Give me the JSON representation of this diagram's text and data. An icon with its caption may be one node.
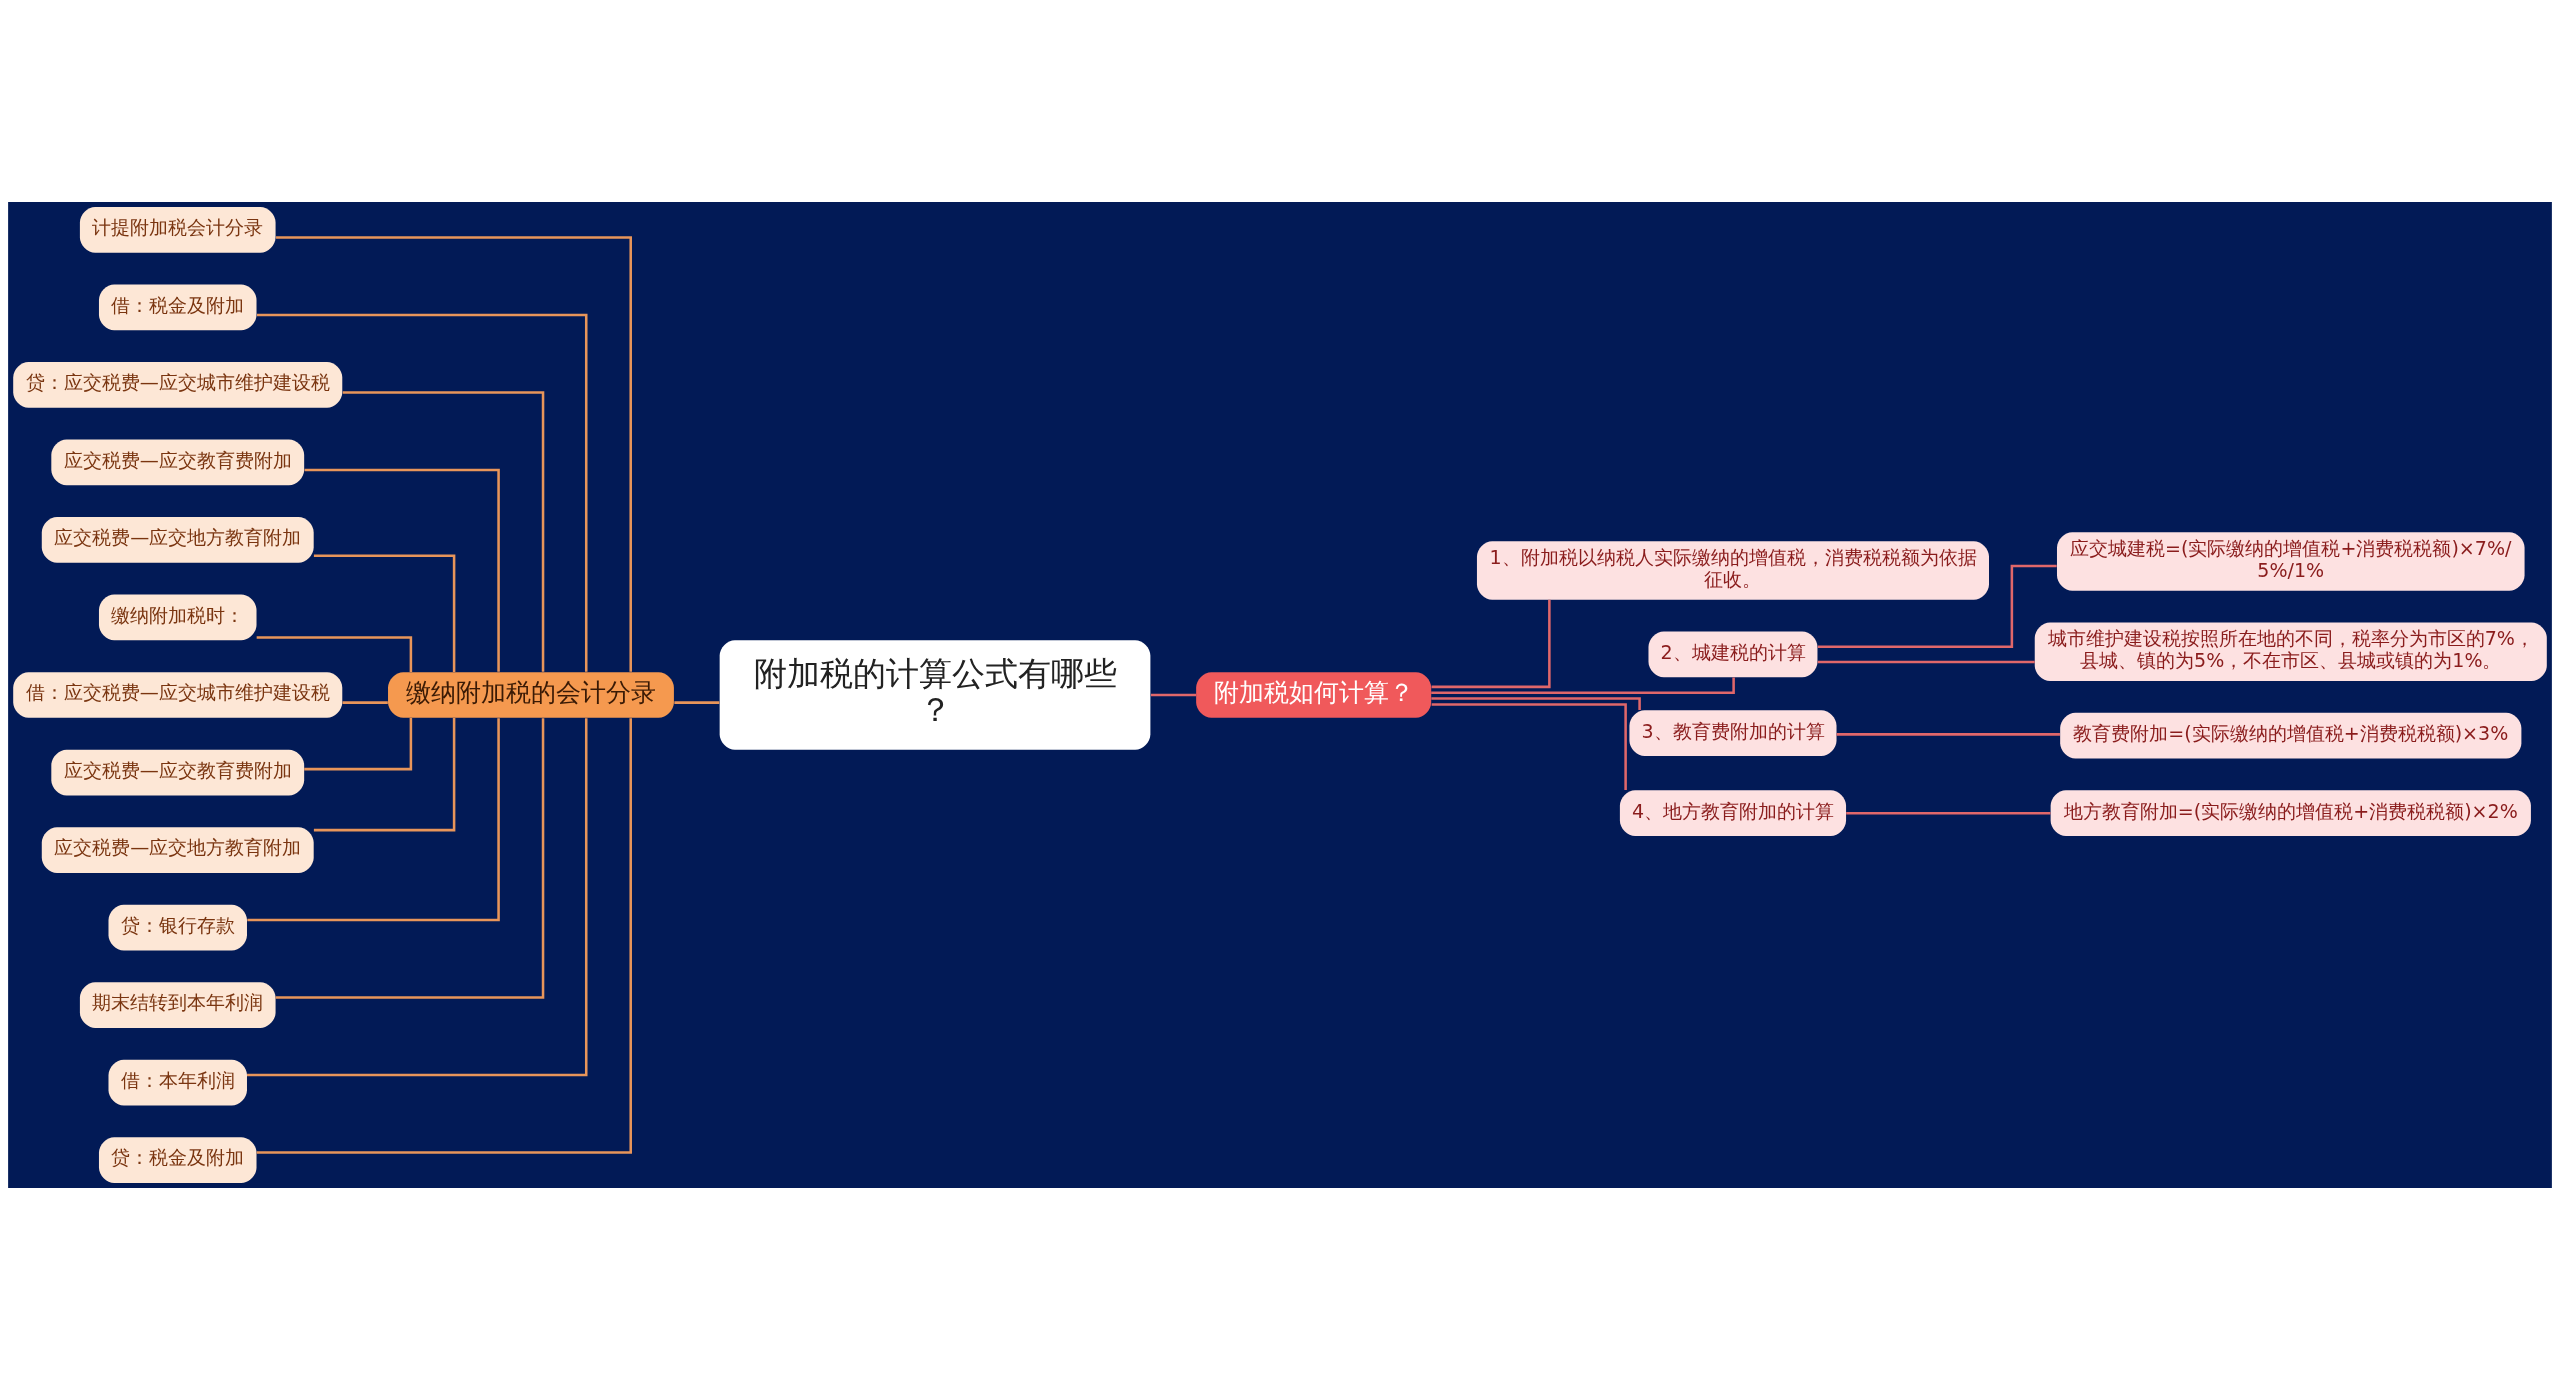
{
  "diagram": {
    "nodes": [
      {
        "text": [
          "附加税的计算公式有哪些？"
        ]
      },
      {
        "text": [
          "缴纳附加税的会计分录"
        ]
      },
      {
        "text": [
          "计提附加税会计分录"
        ]
      },
      {
        "text": [
          "借：税金及附加"
        ]
      },
      {
        "text": [
          "贷：应交税费—应交城市维护建设税"
        ]
      },
      {
        "text": [
          "应交税费—应交教育费附加"
        ]
      },
      {
        "text": [
          "应交税费—应交地方教育附加"
        ]
      },
      {
        "text": [
          "缴纳附加税时："
        ]
      },
      {
        "text": [
          "借：应交税费—应交城市维护建设税"
        ]
      },
      {
        "text": [
          "应交税费—应交教育费附加"
        ]
      },
      {
        "text": [
          "应交税费—应交地方教育附加"
        ]
      },
      {
        "text": [
          "贷：银行存款"
        ]
      },
      {
        "text": [
          "期末结转到本年利润"
        ]
      },
      {
        "text": [
          "借：本年利润"
        ]
      },
      {
        "text": [
          "贷：税金及附加"
        ]
      },
      {
        "text": [
          "附加税如何计算？"
        ]
      },
      {
        "text": [
          "1、附加税以纳税人实际缴纳的增值税，消费税税额为依据征收。"
        ]
      },
      {
        "text": [
          "2、城建税的计算"
        ]
      },
      {
        "text": [
          "应交城建税=(实际缴纳的增值税+消费税税额)×7%/5%/1%"
        ]
      },
      {
        "text": [
          "城市维护建设税按照所在地的不同，税率分为市区的7%，县城、镇的为5%，不在市区、县城或镇的为1%。"
        ]
      },
      {
        "text": [
          "3、教育费附加的计算"
        ]
      },
      {
        "text": [
          "教育费附加=(实际缴纳的增值税+消费税税额)×3%"
        ]
      },
      {
        "text": [
          "4、地方教育附加的计算"
        ]
      },
      {
        "text": [
          "地方教育附加=(实际缴纳的增值税+消费税税额)×2%"
        ]
      }
    ],
    "edges": [
      {
        "from": 0,
        "to": 1,
        "arrow": "none"
      },
      {
        "from": 1,
        "to": 2,
        "arrow": "none"
      },
      {
        "from": 1,
        "to": 3,
        "arrow": "none"
      },
      {
        "from": 1,
        "to": 4,
        "arrow": "none"
      },
      {
        "from": 1,
        "to": 5,
        "arrow": "none"
      },
      {
        "from": 1,
        "to": 6,
        "arrow": "none"
      },
      {
        "from": 1,
        "to": 7,
        "arrow": "none"
      },
      {
        "from": 1,
        "to": 8,
        "arrow": "none"
      },
      {
        "from": 1,
        "to": 9,
        "arrow": "none"
      },
      {
        "from": 1,
        "to": 10,
        "arrow": "none"
      },
      {
        "from": 1,
        "to": 11,
        "arrow": "none"
      },
      {
        "from": 1,
        "to": 12,
        "arrow": "none"
      },
      {
        "from": 1,
        "to": 13,
        "arrow": "none"
      },
      {
        "from": 1,
        "to": 14,
        "arrow": "none"
      },
      {
        "from": 0,
        "to": 15,
        "arrow": "none",
        "color": "#e0676a"
      },
      {
        "from": 15,
        "to": 16,
        "arrow": "none",
        "color": "#e0676a"
      },
      {
        "from": 15,
        "to": 17,
        "arrow": "none",
        "color": "#e0676a"
      },
      {
        "from": 17,
        "to": 18,
        "arrow": "none",
        "color": "#e0676a"
      },
      {
        "from": 17,
        "to": 19,
        "arrow": "none",
        "color": "#e0676a"
      },
      {
        "from": 15,
        "to": 20,
        "arrow": "none",
        "color": "#e0676a"
      },
      {
        "from": 20,
        "to": 21,
        "arrow": "none",
        "color": "#e0676a"
      },
      {
        "from": 15,
        "to": 22,
        "arrow": "none",
        "color": "#e0676a"
      },
      {
        "from": 22,
        "to": 23,
        "arrow": "none",
        "color": "#e0676a"
      }
    ]
  }
}
